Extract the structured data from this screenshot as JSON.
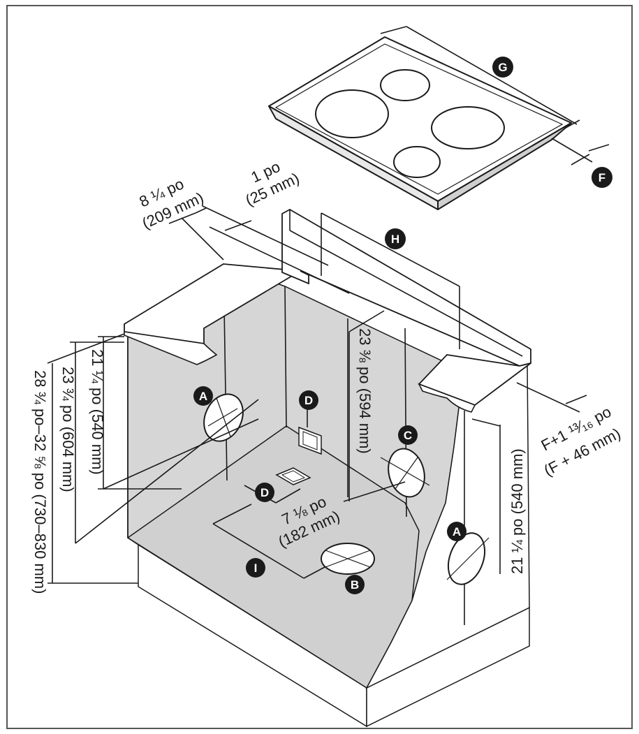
{
  "dimensions": {
    "d_8_25": {
      "line1": "8 ¼ po",
      "line2": "(209 mm)"
    },
    "d_1": {
      "line1": "1 po",
      "line2": "(25 mm)"
    },
    "d_21_left": "21 ¼ po (540 mm)",
    "d_23_75": "23 ¾ po (604 mm)",
    "d_28_75": "28 ¾ po–32 ⅝ po (730–830 mm)",
    "d_23_375": "23 ⅜ po (594 mm)",
    "d_7_125": {
      "line1": "7 ⅛ po",
      "line2": "(182 mm)"
    },
    "d_f_offset": {
      "line1": "F+1 ¹³⁄₁₆ po",
      "line2": "(F + 46 mm)"
    },
    "d_21_right": "21 ¼ po (540 mm)"
  },
  "badges": {
    "G": "G",
    "F": "F",
    "H": "H",
    "A_left": "A",
    "D_top": "D",
    "D_bottom": "D",
    "C": "C",
    "A_right": "A",
    "I": "I",
    "B": "B"
  }
}
